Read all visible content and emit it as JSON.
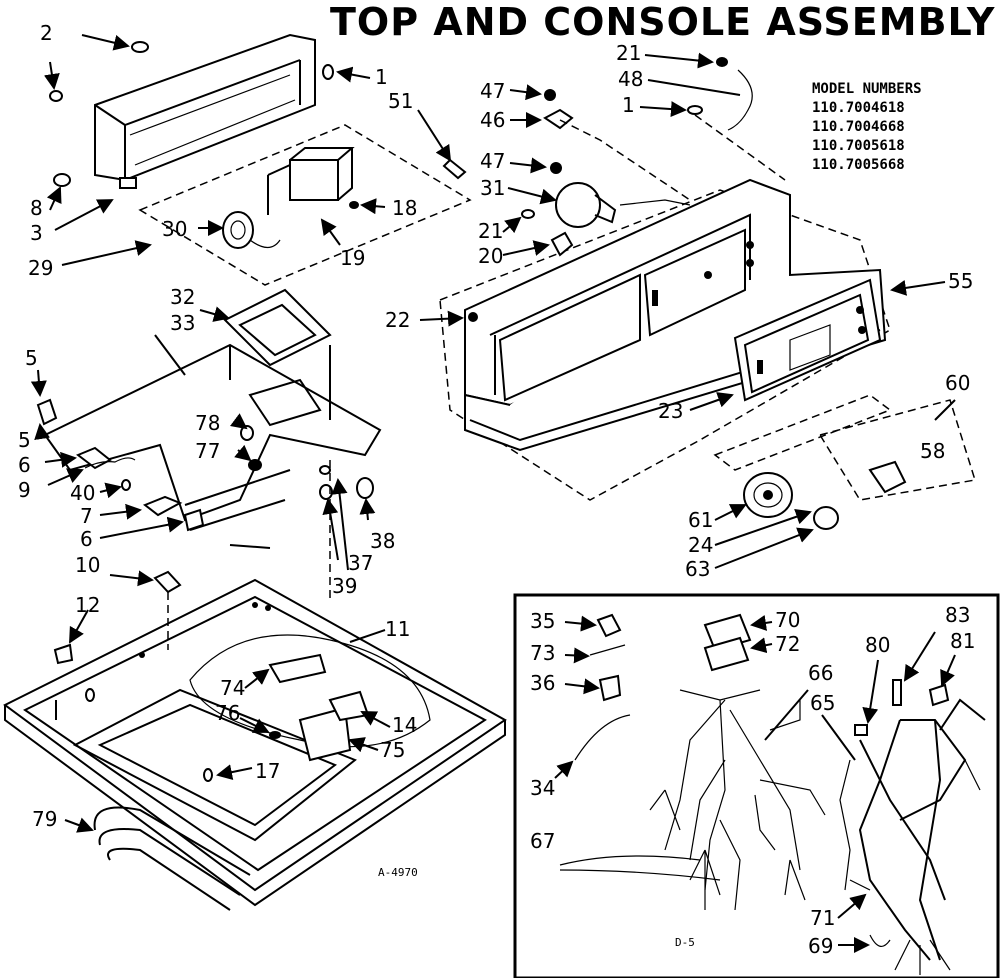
{
  "title": "TOP AND CONSOLE ASSEMBLY",
  "model_numbers": {
    "heading": "MODEL NUMBERS",
    "items": [
      "110.7004618",
      "110.7004668",
      "110.7005618",
      "110.7005668"
    ]
  },
  "drawing_codes": {
    "main": "A-4970",
    "inset": "D-5"
  },
  "callouts": {
    "c2": "2",
    "c1a": "1",
    "c51": "51",
    "c8": "8",
    "c3": "3",
    "c29": "29",
    "c30": "30",
    "c18": "18",
    "c19": "19",
    "c47a": "47",
    "c46": "46",
    "c21a": "21",
    "c48": "48",
    "c1b": "1",
    "c47b": "47",
    "c31": "31",
    "c21b": "21",
    "c20": "20",
    "c22": "22",
    "c55": "55",
    "c23": "23",
    "c60": "60",
    "c58": "58",
    "c61": "61",
    "c24": "24",
    "c63": "63",
    "c32": "32",
    "c33": "33",
    "c5a": "5",
    "c5b": "5",
    "c6a": "6",
    "c9": "9",
    "c40": "40",
    "c7": "7",
    "c6b": "6",
    "c78": "78",
    "c77": "77",
    "c38": "38",
    "c37": "37",
    "c39": "39",
    "c10": "10",
    "c12": "12",
    "c11": "11",
    "c74": "74",
    "c76": "76",
    "c14": "14",
    "c75": "75",
    "c17": "17",
    "c79": "79",
    "c35": "35",
    "c73": "73",
    "c36": "36",
    "c34": "34",
    "c70": "70",
    "c72": "72",
    "c66": "66",
    "c65": "65",
    "c80": "80",
    "c83": "83",
    "c81": "81",
    "c67": "67",
    "c71": "71",
    "c69": "69"
  }
}
